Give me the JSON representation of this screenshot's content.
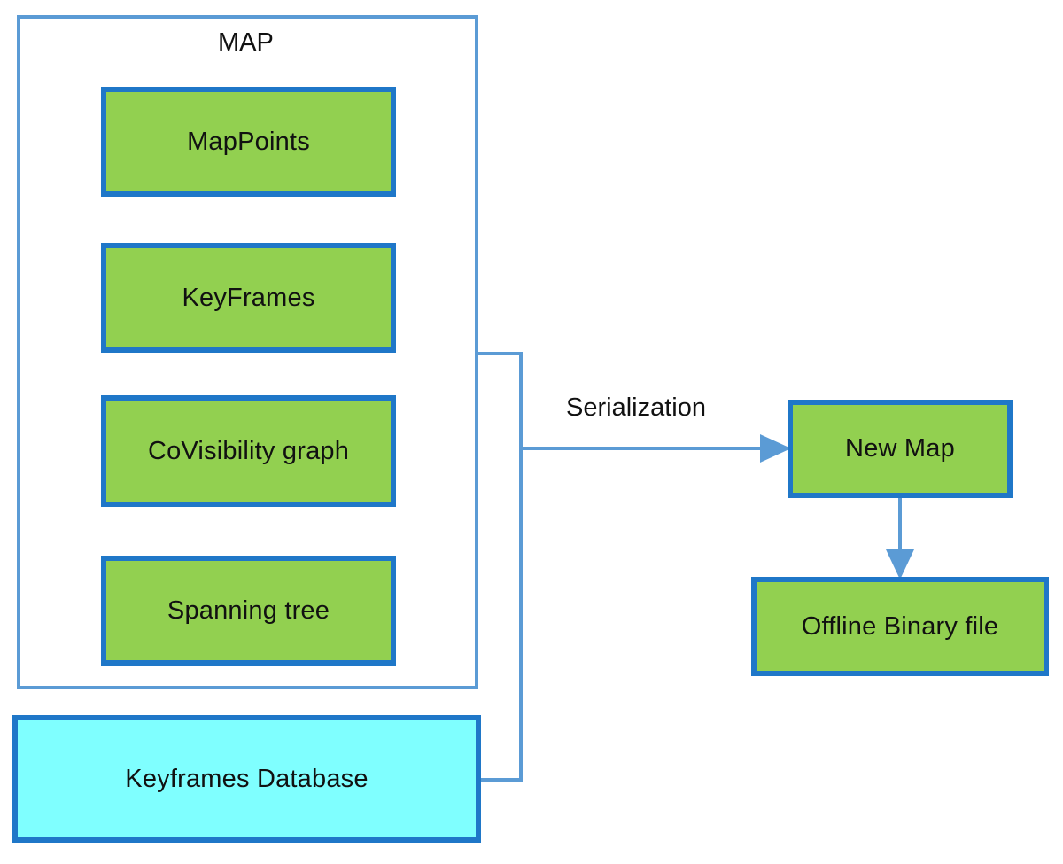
{
  "diagram": {
    "map_container": {
      "title": "MAP"
    },
    "map_nodes": [
      {
        "id": "mappoints",
        "label": "MapPoints"
      },
      {
        "id": "keyframes",
        "label": "KeyFrames"
      },
      {
        "id": "covisibility",
        "label": "CoVisibility graph"
      },
      {
        "id": "spanning",
        "label": "Spanning tree"
      }
    ],
    "database_node": {
      "label": "Keyframes Database"
    },
    "edge_label": "Serialization",
    "new_map_node": {
      "label": "New Map"
    },
    "binary_node": {
      "label": "Offline Binary file"
    }
  },
  "colors": {
    "container_border": "#5b9bd5",
    "node_border": "#1f77c8",
    "node_fill_green": "#92d050",
    "node_fill_cyan": "#7fffff",
    "connector": "#5b9bd5"
  }
}
